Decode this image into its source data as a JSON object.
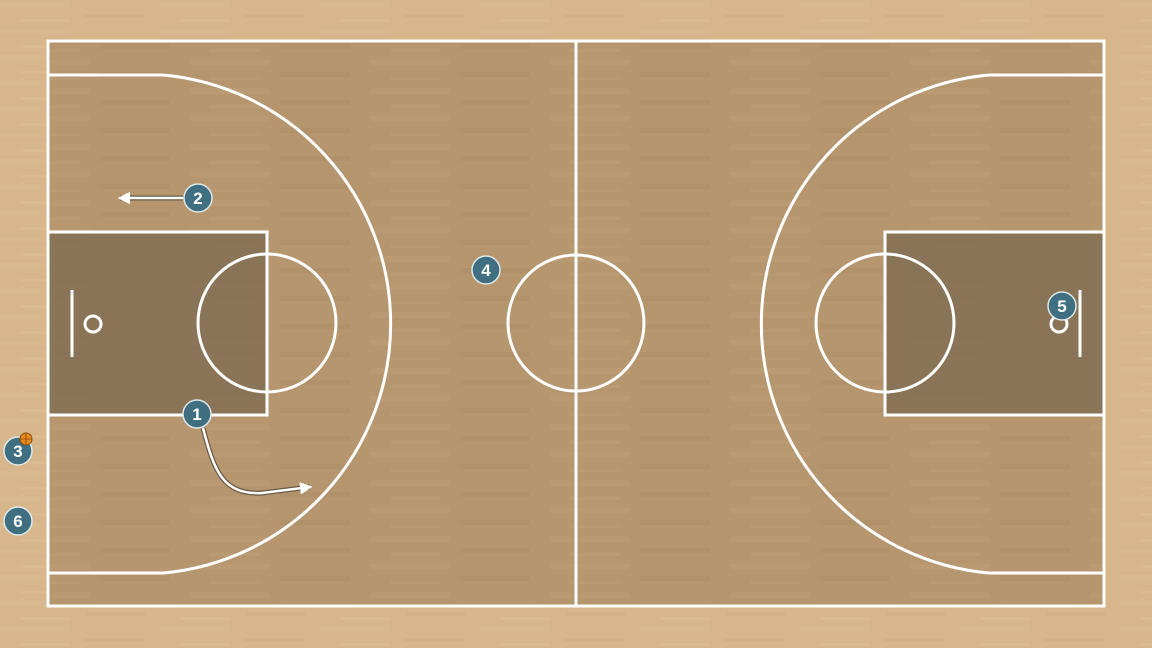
{
  "colors": {
    "floor_outer": "#d6b68a",
    "floor_inner": "#b5966f",
    "paint": "#826f55",
    "line": "#ffffff",
    "player_fill": "#3f6f80",
    "player_stroke": "#dfe8ea",
    "ball": "#e88a1f",
    "movement": "#ffffff"
  },
  "players": [
    {
      "id": "player-1",
      "label": "1"
    },
    {
      "id": "player-2",
      "label": "2"
    },
    {
      "id": "player-3",
      "label": "3",
      "has_ball": true
    },
    {
      "id": "player-4",
      "label": "4"
    },
    {
      "id": "player-5",
      "label": "5"
    },
    {
      "id": "player-6",
      "label": "6"
    }
  ],
  "movements": [
    {
      "from": "2",
      "type": "straight-arrow",
      "direction": "left"
    },
    {
      "from": "1",
      "type": "curved-arrow",
      "direction": "down-right"
    }
  ]
}
